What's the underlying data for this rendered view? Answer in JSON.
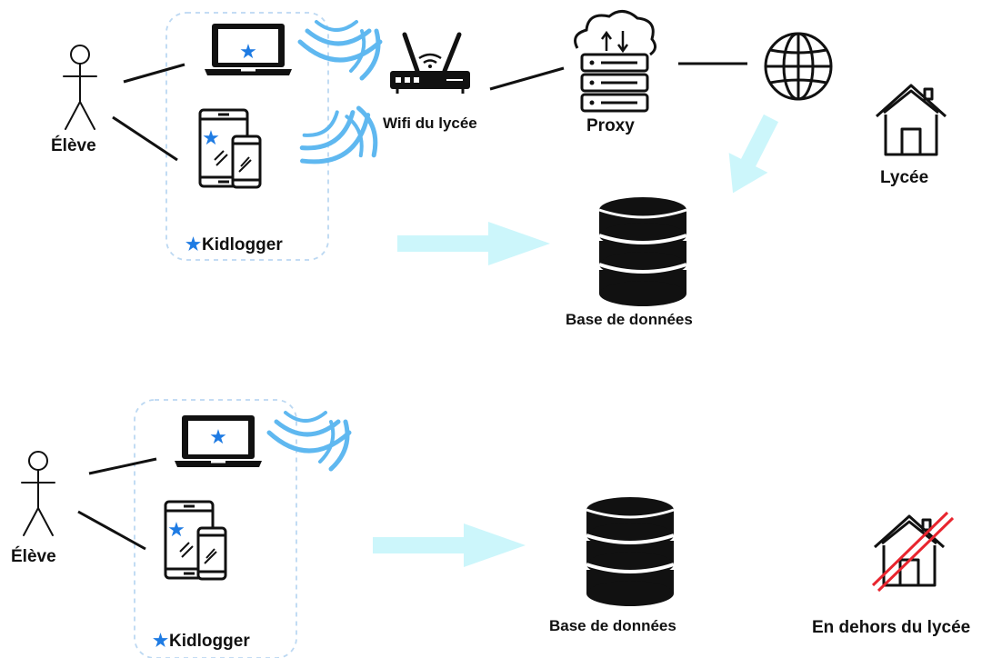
{
  "labels": {
    "eleve_top": "Élève",
    "eleve_bottom": "Élève",
    "kidlogger_top": "Kidlogger",
    "kidlogger_bottom": "Kidlogger",
    "wifi": "Wifi du lycée",
    "proxy": "Proxy",
    "lycee": "Lycée",
    "db_top": "Base de données",
    "db_bottom": "Base de données",
    "outside": "En dehors du lycée"
  },
  "icons": {
    "student": "stick-figure-icon",
    "laptop": "laptop-icon",
    "tablet_phone": "tablet-phone-icon",
    "wifi_signal": "wifi-signal-icon",
    "router": "router-icon",
    "proxy_server": "cloud-server-icon",
    "internet": "globe-icon",
    "school": "house-icon",
    "database": "database-icon",
    "crossed_school": "crossed-house-icon",
    "arrow": "arrow-icon",
    "kidlogger_marker": "star-icon"
  },
  "colors": {
    "accent_star": "#1e7be3",
    "arrow": "#ccf6fb",
    "wifi_wave": "#5fb8f0",
    "dashed_group": "#bcd8f2",
    "cross_out": "#e8252e",
    "stroke": "#111111"
  },
  "marker_glyph": "★"
}
